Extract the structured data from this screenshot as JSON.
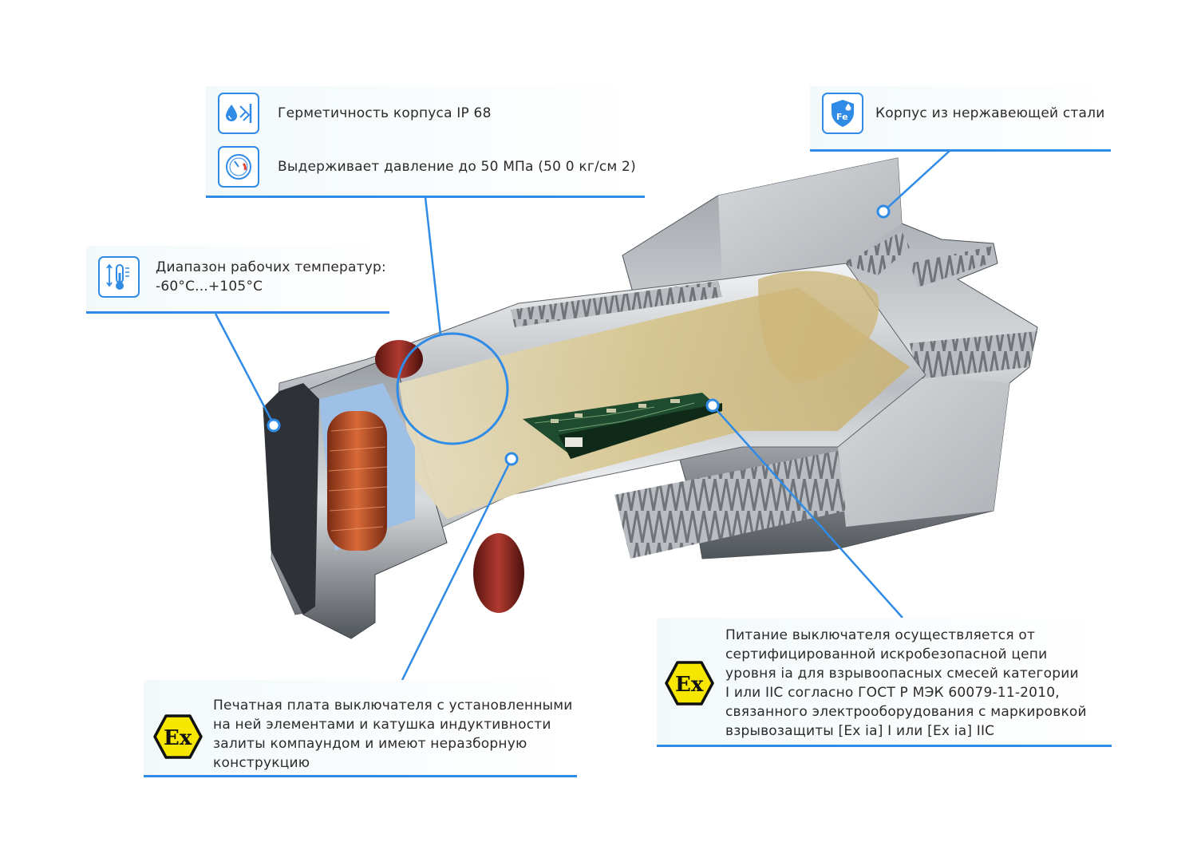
{
  "callouts": {
    "sealing": {
      "tightness": "Герметичность корпуса IP 68",
      "pressure": "Выдерживает давление до 50 МПа (50 0 кг/см 2)"
    },
    "housing": {
      "text": "Корпус из нержавеющей стали",
      "icon_label": "Fe"
    },
    "temperature": {
      "line1": "Диапазон рабочих температур:",
      "line2": "-60°С...+105°С"
    },
    "pcb": {
      "lines": [
        "Печатная плата выключателя с установленными",
        "на ней элементами и катушка индуктивности",
        "залиты компаундом и имеют неразборную",
        "конструкцию"
      ],
      "icon_label": "Ex"
    },
    "power": {
      "lines": [
        "Питание выключателя осуществляется от",
        "сертифицированной искробезопасной цепи",
        "уровня ia для взрывоопасных смесей категории",
        "I или IIC согласно ГОСТ Р МЭК 60079-11-2010,",
        "связанного электрооборудования с маркировкой",
        "взрывозащиты [Ex ia] I или [Ex ia] IIC"
      ],
      "icon_label": "Ex"
    }
  },
  "colors": {
    "accent": "#2f8be6",
    "ex_yellow": "#f7e600",
    "copper": "#c0562a",
    "compound": "#d8c896",
    "pcb_green": "#1f4b2e",
    "steel": "#a9adb2"
  }
}
